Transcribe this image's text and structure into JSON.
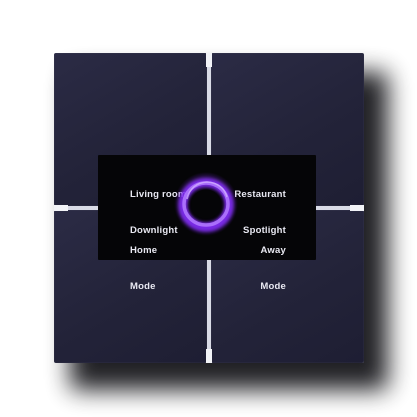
{
  "device": {
    "type": "smart-switch-panel"
  },
  "screen": {
    "buttons": [
      {
        "line1": "Living room",
        "line2": "Downlight"
      },
      {
        "line1": "Restaurant",
        "line2": "Spotlight"
      },
      {
        "line1": "Home",
        "line2": "Mode"
      },
      {
        "line1": "Away",
        "line2": "Mode"
      }
    ],
    "center_icon": "glowing-ring-icon",
    "accent_color": "#8a3cff"
  },
  "colors": {
    "panel": "#262640",
    "screen": "#050507",
    "label": "#e9e9f2"
  }
}
